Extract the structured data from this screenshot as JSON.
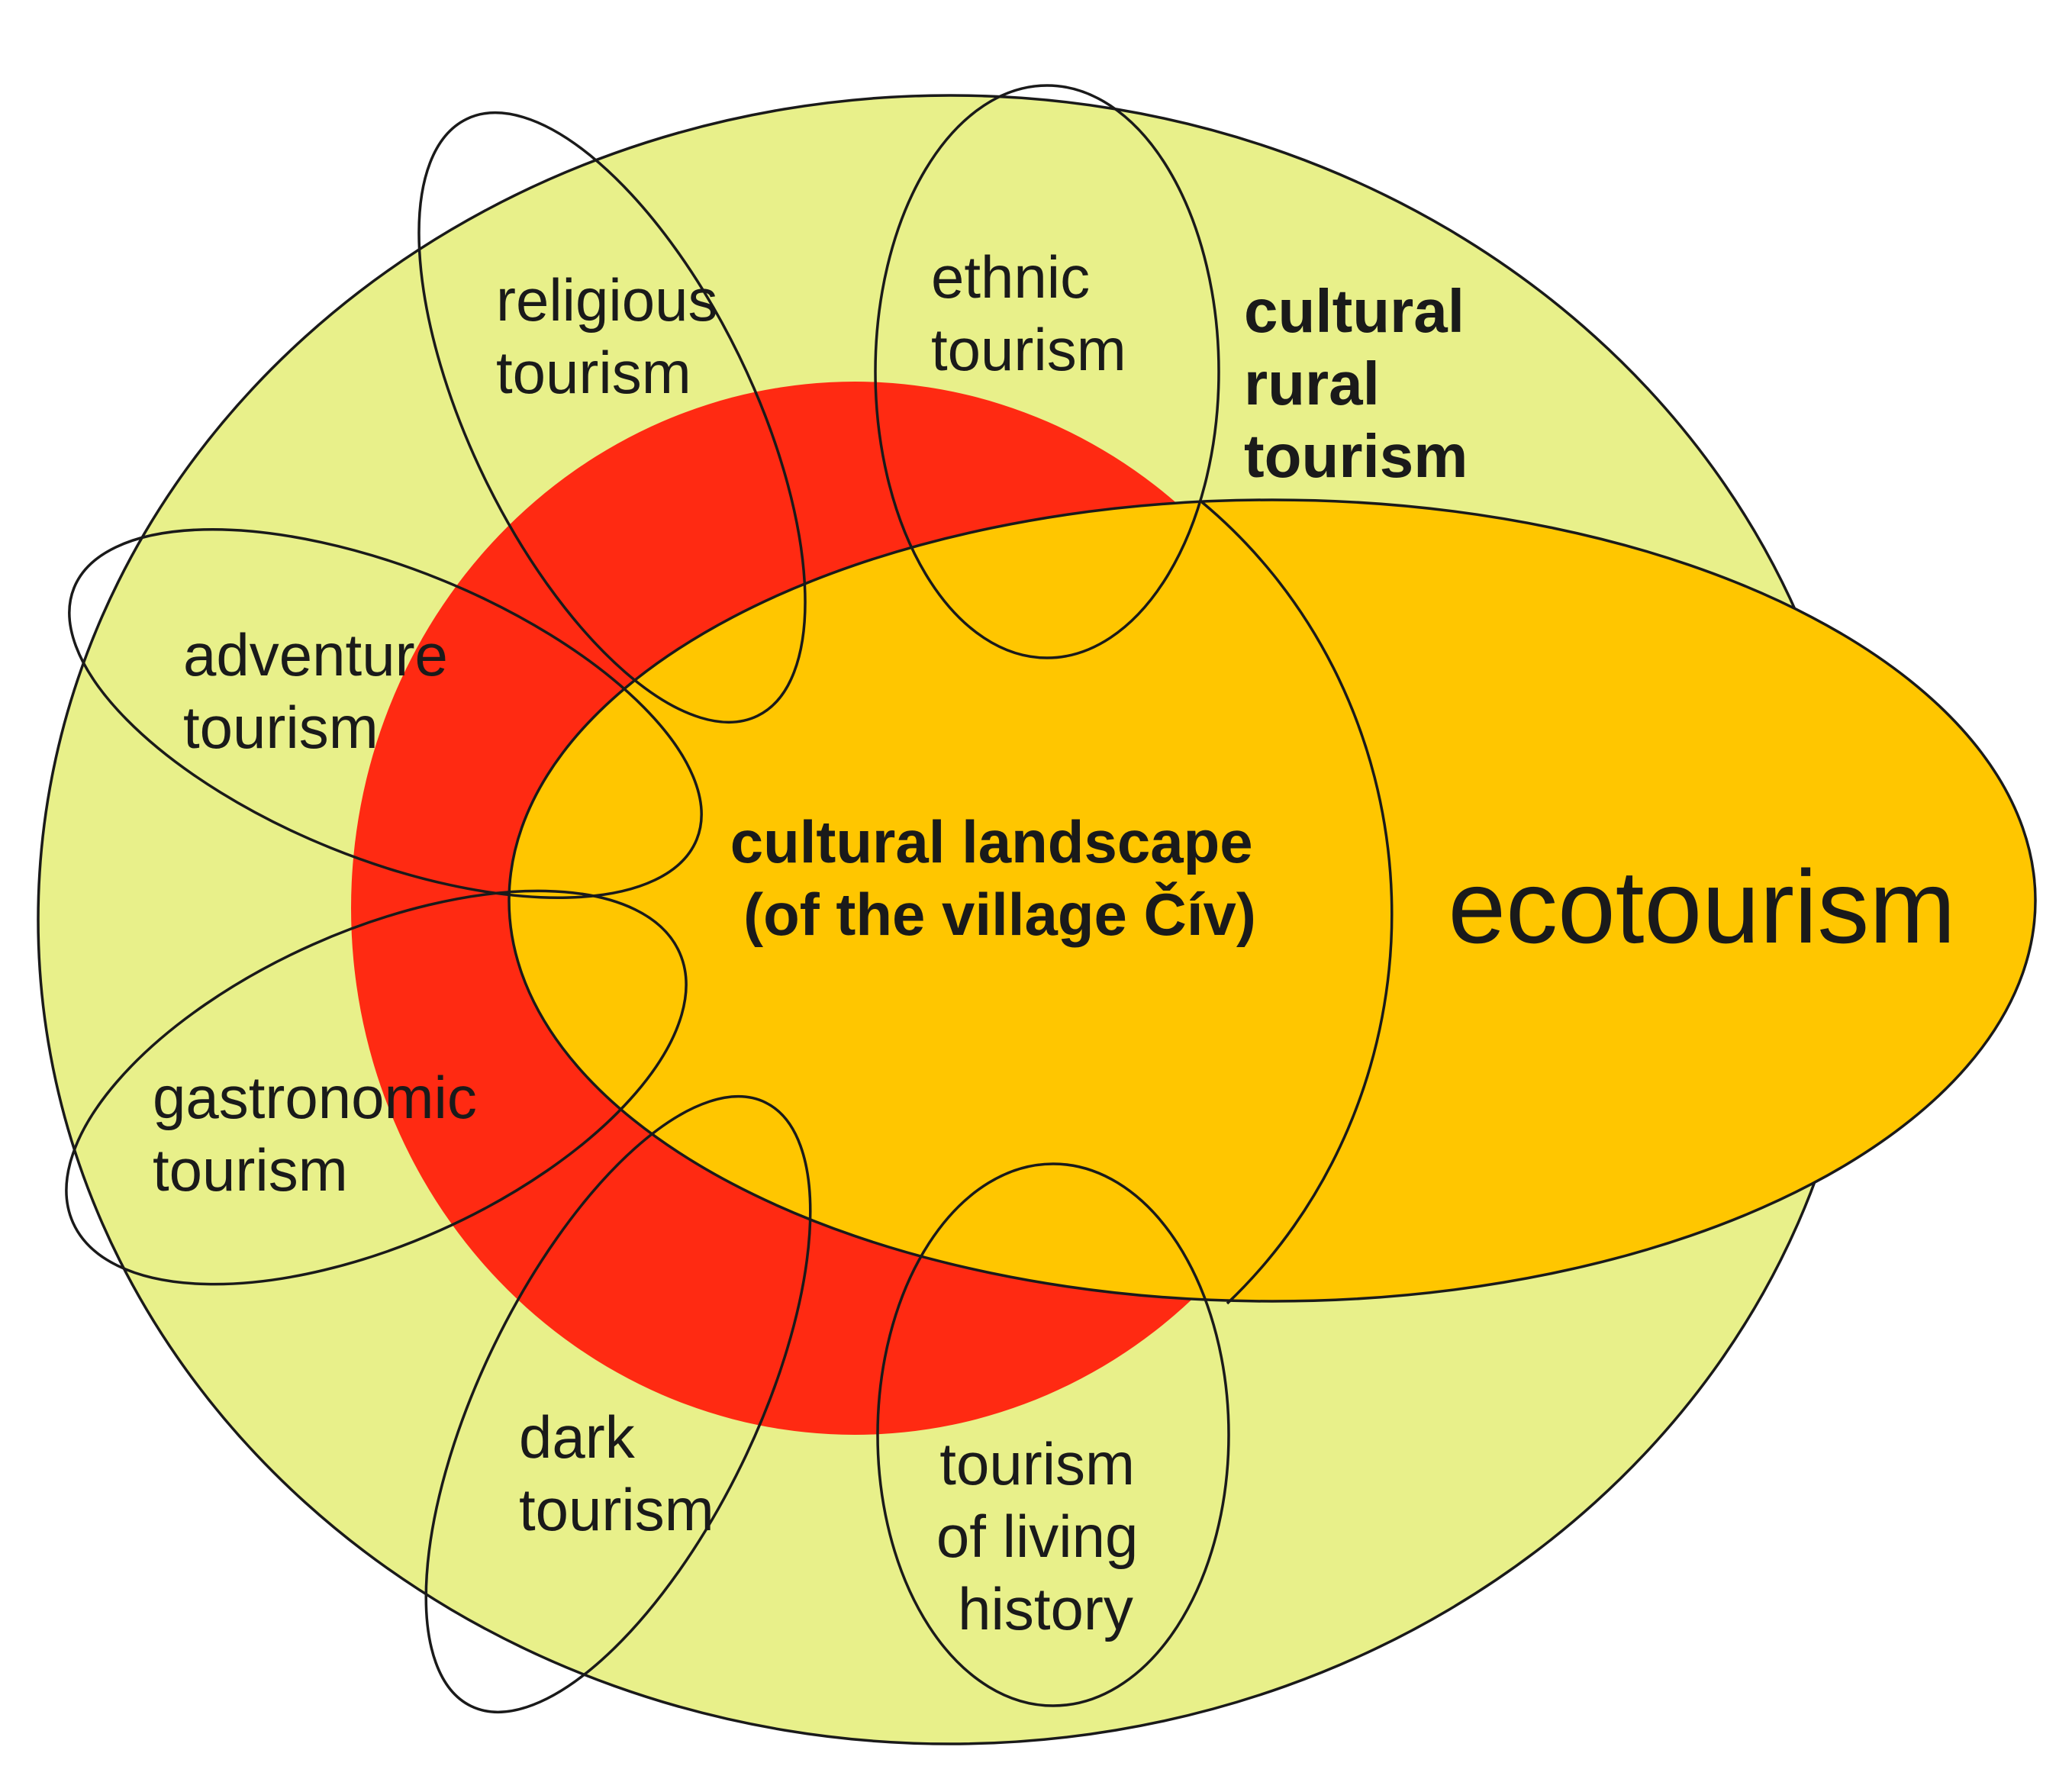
{
  "colors": {
    "outer_circle": "#E8F08A",
    "ring": "#FF2A12",
    "ecotourism": "#FFC600",
    "center_text": "#FF2A12",
    "outline": "#1a1a1a"
  },
  "labels": {
    "cultural_rural_tourism": [
      "cultural",
      "rural",
      "tourism"
    ],
    "ecotourism": "ecotourism",
    "cultural_landscape": [
      "cultural landscape",
      "(of the village Čív)"
    ]
  },
  "petals": [
    {
      "id": "religious",
      "lines": [
        "religious",
        "tourism"
      ]
    },
    {
      "id": "ethnic",
      "lines": [
        "ethnic",
        "tourism"
      ]
    },
    {
      "id": "adventure",
      "lines": [
        "adventure",
        "tourism"
      ]
    },
    {
      "id": "gastronomic",
      "lines": [
        "gastronomic",
        "tourism"
      ]
    },
    {
      "id": "dark",
      "lines": [
        "dark",
        "tourism"
      ]
    },
    {
      "id": "living-history",
      "lines": [
        "tourism",
        "of living",
        "history"
      ]
    }
  ]
}
